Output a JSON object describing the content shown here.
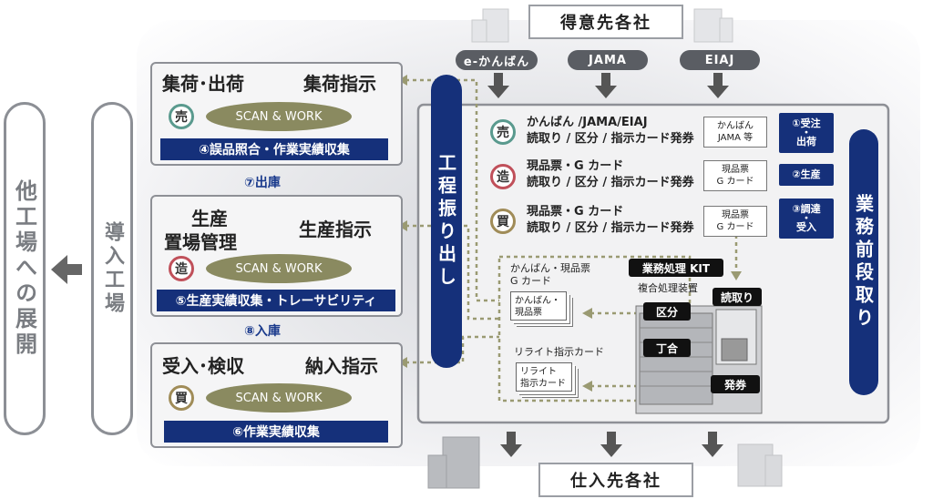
{
  "left": {
    "other_factory": "他工場への展開",
    "pilot_factory": "導入工場"
  },
  "companies": {
    "customers": "得意先各社",
    "suppliers": "仕入先各社"
  },
  "sources": [
    "e-かんばん",
    "JAMA",
    "EIAJ"
  ],
  "panels": {
    "shipping": {
      "title": "集荷･出荷",
      "instruction": "集荷指示",
      "seal": "売",
      "scan": "SCAN & WORK",
      "banner": "④誤品照合・作業実績収集"
    },
    "production": {
      "title_line1": "生産",
      "title_line2": "置場管理",
      "instruction": "生産指示",
      "seal": "造",
      "scan": "SCAN & WORK",
      "banner": "⑤生産実績収集・トレーサビリティ"
    },
    "receiving": {
      "title": "受入･検収",
      "instruction": "納入指示",
      "seal": "買",
      "scan": "SCAN & WORK",
      "banner": "⑥作業実績収集"
    }
  },
  "links": {
    "out": "⑦出庫",
    "in": "⑧入庫"
  },
  "dispatch": "工程振り出し",
  "front": "業務前段取り",
  "flows": [
    {
      "seal": "売",
      "line1": "かんばん /JAMA/EIAJ",
      "line2": "読取り / 区分 / 指示カード発券",
      "box": [
        "かんばん",
        "JAMA 等"
      ],
      "step": [
        "①受注",
        "・",
        "出荷"
      ]
    },
    {
      "seal": "造",
      "line1": "現品票・G カード",
      "line2": "読取り / 区分 / 指示カード発券",
      "box": [
        "現品票",
        "G カード"
      ],
      "step": [
        "②生産"
      ]
    },
    {
      "seal": "買",
      "line1": "現品票・G カード",
      "line2": "読取り / 区分 / 指示カード発券",
      "box": [
        "現品票",
        "G カード"
      ],
      "step": [
        "③調達",
        "・",
        "受入"
      ]
    }
  ],
  "cards": {
    "group1_label_1": "かんばん・現品票",
    "group1_label_2": "G カード",
    "group1_card_1": "かんばん・",
    "group1_card_2": "現品票",
    "group2_label": "リライト指示カード",
    "group2_card_1": "リライト",
    "group2_card_2": "指示カード"
  },
  "kit": {
    "title": "業務処理 KIT",
    "subtitle": "複合処理装置",
    "read": "読取り",
    "sort": "区分",
    "collate": "丁合",
    "issue": "発券"
  },
  "colors": {
    "navy": "#15307a",
    "olive": "#8a8a60",
    "gray_border": "#8e9096",
    "seal_sell": "#5a9a8e",
    "seal_make": "#c0505a",
    "seal_buy": "#a08c58"
  }
}
